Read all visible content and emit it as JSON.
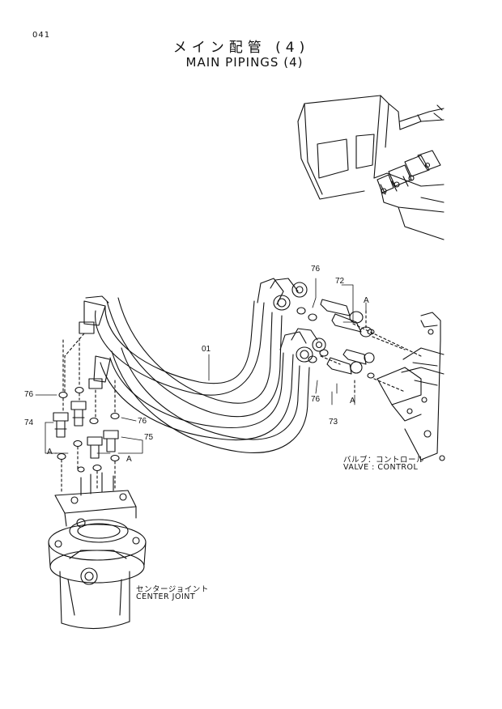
{
  "page_number": "041",
  "title_jp": "メイン配管 (4)",
  "title_en": "MAIN PIPINGS (4)",
  "callouts": {
    "c01": "01",
    "c72": "72",
    "c73": "73",
    "c74": "74",
    "c75": "75",
    "c76a": "76",
    "c76b": "76",
    "c76c": "76",
    "c76d": "76",
    "cA1": "A",
    "cA2": "A",
    "cA3": "A",
    "cA4": "A"
  },
  "captions": {
    "valve_jp": "バルブ：コントロール",
    "valve_en": "VALVE : CONTROL",
    "center_jp": "センタージョイント",
    "center_en": "CENTER JOINT"
  }
}
